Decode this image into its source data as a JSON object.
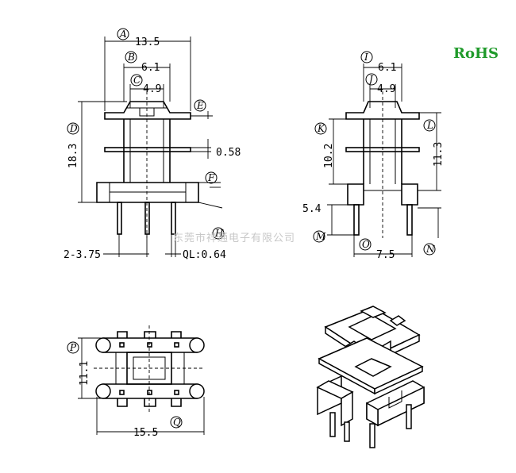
{
  "badge": {
    "text": "RoHS",
    "color": "#1f9a2a"
  },
  "watermark": "东莞市祥通电子有限公司",
  "front_view": {
    "dims": {
      "overall_width": "13.5",
      "mid_width": "6.1",
      "inner_width": "4.9",
      "height": "18.3",
      "flange_thickness": "0.58",
      "pin_pitch": "2-3.75",
      "pin_size": "QL:0.64"
    },
    "markers": {
      "A": "A",
      "B": "B",
      "C": "C",
      "D": "D",
      "E": "E",
      "F": "F",
      "H": "H"
    }
  },
  "side_view": {
    "dims": {
      "top_width": "6.1",
      "inner_width": "4.9",
      "upper_height": "10.2",
      "body_height": "11.3",
      "pin_length": "5.4",
      "base_width": "7.5"
    },
    "markers": {
      "I": "I",
      "J": "J",
      "K": "K",
      "L": "L",
      "M": "M",
      "N": "N",
      "O": "O"
    }
  },
  "bottom_view": {
    "dims": {
      "depth": "11.1",
      "width": "15.5"
    },
    "markers": {
      "P": "P",
      "Q": "Q"
    }
  },
  "iso_view": {
    "icon": "bobbin-3d-icon"
  }
}
